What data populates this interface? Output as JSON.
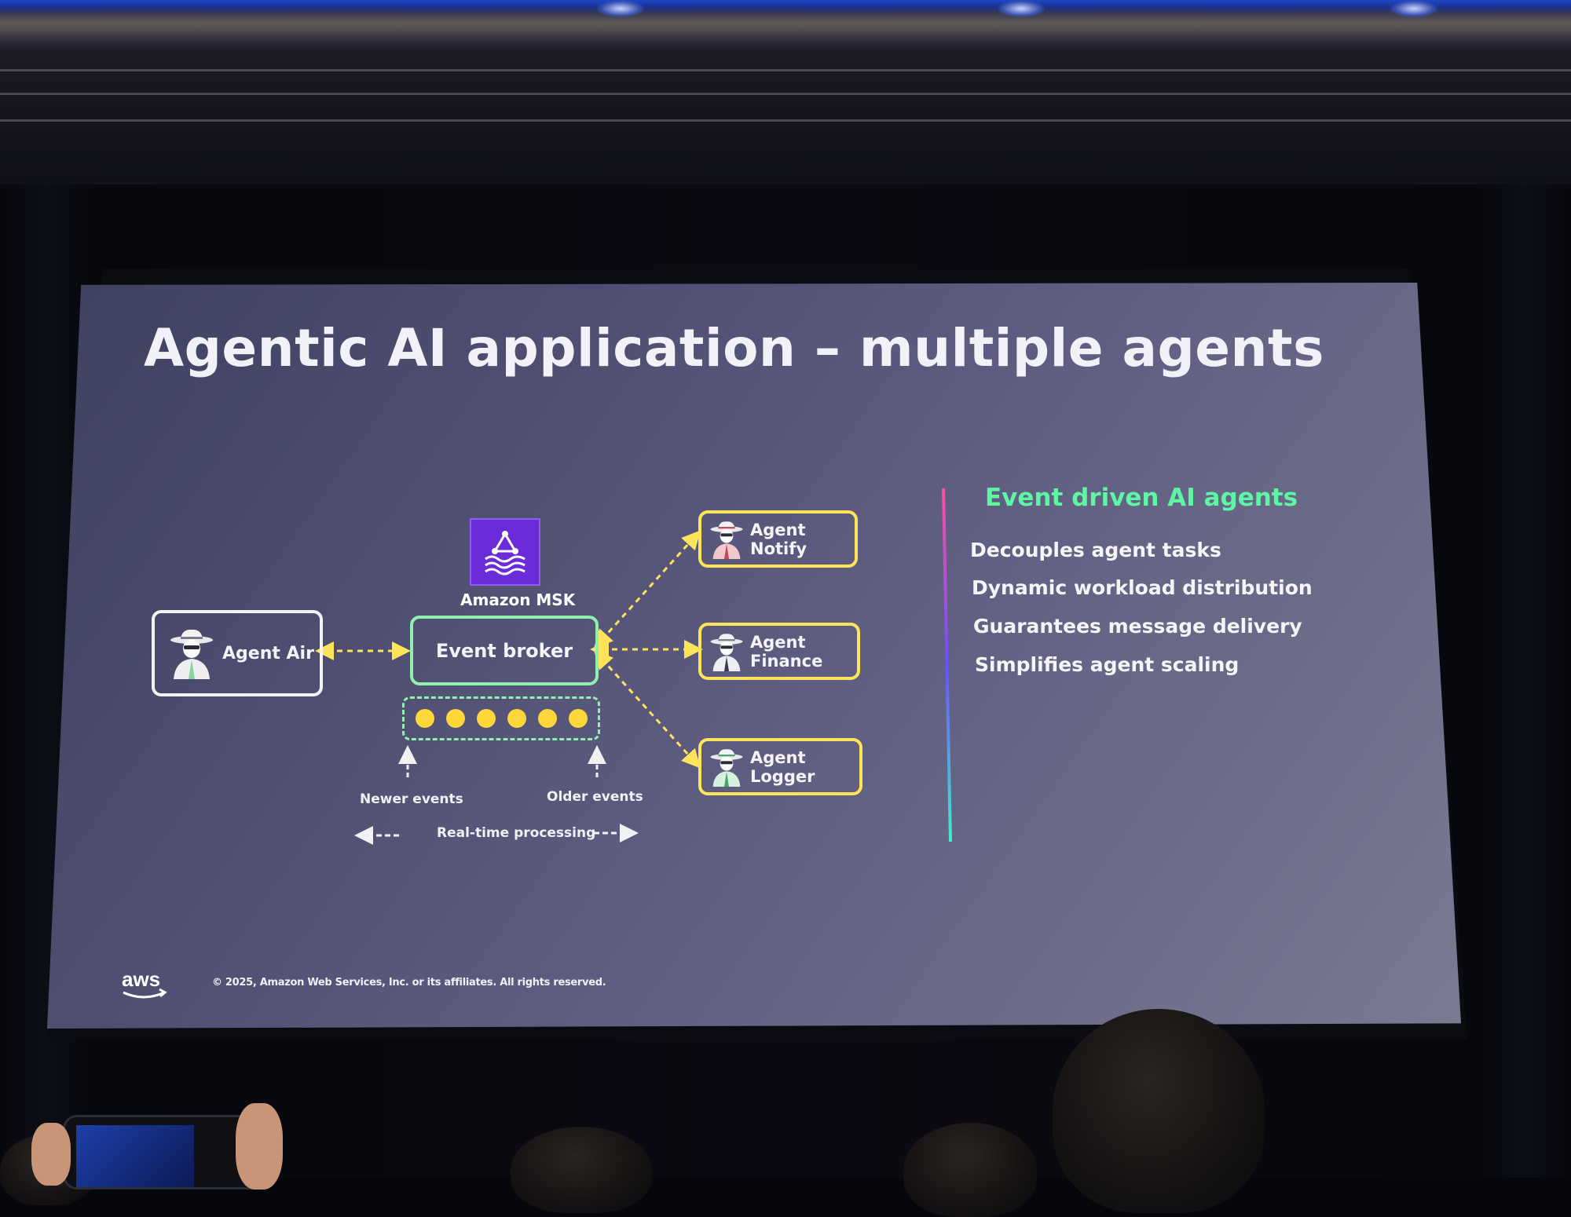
{
  "slide": {
    "title": "Agentic AI application – multiple agents",
    "footer": {
      "logo": "aws",
      "copyright": "© 2025, Amazon Web Services, Inc. or its affiliates. All rights reserved."
    }
  },
  "diagram": {
    "source_agent": "Agent Air",
    "broker_service": "Amazon MSK",
    "broker": "Event broker",
    "queue_dots": 6,
    "targets": [
      "Agent Notify",
      "Agent Finance",
      "Agent Logger"
    ],
    "newer_label": "Newer events",
    "older_label": "Older events",
    "processing_label": "Real-time processing",
    "colors": {
      "broker": "#8ff0b0",
      "agents": "#ffe45a",
      "events": "#ffd73a",
      "msk": "#6b2bd9"
    }
  },
  "side_panel": {
    "title": "Event driven AI agents",
    "items": [
      "Decouples agent tasks",
      "Dynamic workload distribution",
      "Guarantees message delivery",
      "Simplifies agent scaling"
    ],
    "title_color": "#5ef5a5"
  }
}
